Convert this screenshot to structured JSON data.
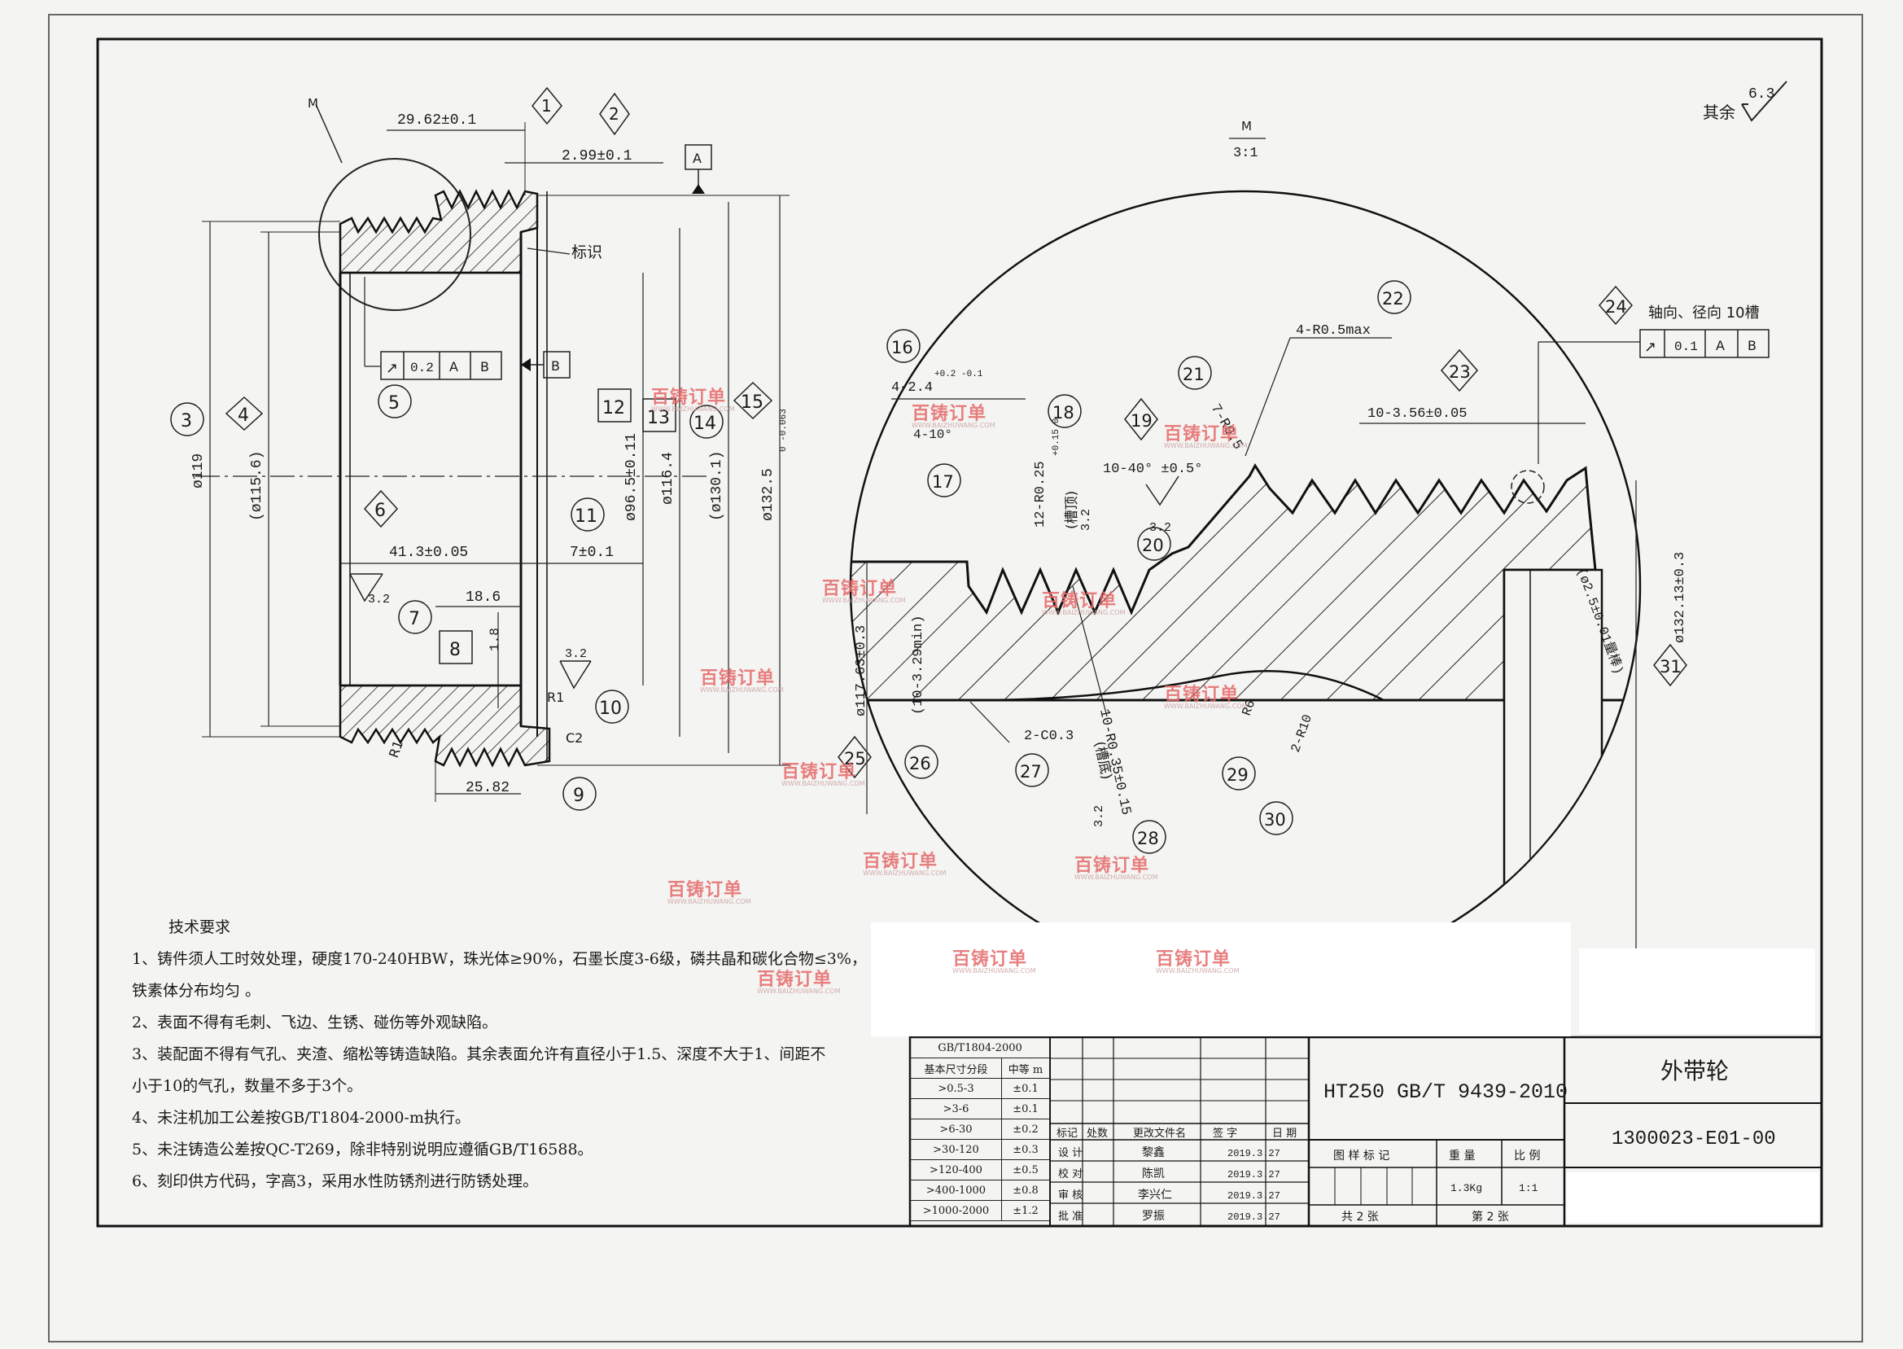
{
  "roughness": {
    "prefix": "其余",
    "value": "6.3"
  },
  "left_view": {
    "circle_label": "M",
    "dims": {
      "d29": "29.62±0.1",
      "d2_99": "2.99±0.1",
      "datum_a": "A",
      "datum_b": "B",
      "marking": "标识",
      "runout": {
        "value": "0.2",
        "a": "A",
        "b": "B"
      },
      "d119": "ø119",
      "d115": "(ø115.6)",
      "d96": "ø96.5±0.11",
      "d116": "ø116.4",
      "d130": "(ø130.1)",
      "d132": "ø132.5",
      "d132_tol": "0\n-0.063",
      "d41": "41.3±0.05",
      "d7": "7±0.1",
      "d18": "18.6",
      "d1_8": "1.8",
      "d25": "25.82",
      "r1a": "R1",
      "r1b": "R1",
      "c2": "C2",
      "rough_a": "3.2",
      "rough_b": "3.2"
    },
    "balloons": [
      "1",
      "2",
      "3",
      "4",
      "5",
      "6",
      "7",
      "8",
      "9",
      "10",
      "11",
      "12",
      "13",
      "14",
      "15"
    ]
  },
  "detail_view": {
    "scale_label": "M",
    "scale": "3:1",
    "dims": {
      "r05": "4-R0.5max",
      "groove_depth": "4-2.4",
      "groove_depth_tol": "+0.2\n-0.1",
      "angle_small": "4-10°",
      "r025": "12-R0.25",
      "r025_tol": "+0.15\n0",
      "r025_note": "(槽顶)",
      "angle": "10-40° ±0.5°",
      "rough_c": "3.2",
      "rough_d": "3.2",
      "rough_e": "3.2",
      "r7": "7-R0.5",
      "pitch": "10-3.56±0.05",
      "runout_note": "轴向、径向 10槽",
      "runout": {
        "value": "0.1",
        "a": "A",
        "b": "B"
      },
      "ball": "(ø2.5±0.01量棒)",
      "d132": "ø132.13±0.3",
      "d117": "ø117.63±0.3",
      "min_dim": "(10-3.29min)",
      "c03": "2-C0.3",
      "r035": "10-R0.35±0.15",
      "r035_note": "(槽底)",
      "r6": "R6",
      "r10": "2-R10"
    },
    "balloons": [
      "16",
      "17",
      "18",
      "19",
      "20",
      "21",
      "22",
      "23",
      "24",
      "25",
      "26",
      "27",
      "28",
      "29",
      "30",
      "31"
    ]
  },
  "tech_req": {
    "title": "技术要求",
    "items": [
      "1、铸件须人工时效处理，硬度170-240HBW，珠光体≥90%，石墨长度3-6级，磷共晶和碳化合物≤3%，",
      "铁素体分布均匀 。",
      "2、表面不得有毛刺、飞边、生锈、碰伤等外观缺陷。",
      "3、装配面不得有气孔、夹渣、缩松等铸造缺陷。其余表面允许有直径小于1.5、深度不大于1、间距不",
      "小于10的气孔，数量不多于3个。",
      "4、未注机加工公差按GB/T1804-2000-m执行。",
      "5、未注铸造公差按QC-T269，除非特别说明应遵循GB/T16588。",
      "6、刻印供方代码，字高3，采用水性防锈剂进行防锈处理。"
    ]
  },
  "tolerance_table": {
    "header": "GB/T1804-2000",
    "col1": "基本尺寸分段",
    "col2": "中等 m",
    "rows": [
      [
        ">0.5-3",
        "±0.1"
      ],
      [
        ">3-6",
        "±0.1"
      ],
      [
        ">6-30",
        "±0.2"
      ],
      [
        ">30-120",
        "±0.3"
      ],
      [
        ">120-400",
        "±0.5"
      ],
      [
        ">400-1000",
        "±0.8"
      ],
      [
        ">1000-2000",
        "±1.2"
      ]
    ]
  },
  "revision": {
    "headers": [
      "标记",
      "处数",
      "更改文件名",
      "签 字",
      "日 期"
    ],
    "rows": [
      {
        "role": "设 计",
        "name": "黎鑫",
        "date": "2019.3.27"
      },
      {
        "role": "校 对",
        "name": "陈凯",
        "date": "2019.3.27"
      },
      {
        "role": "审 核",
        "name": "李兴仁",
        "date": "2019.3.27"
      },
      {
        "role": "批 准",
        "name": "罗振",
        "date": "2019.3.27"
      }
    ]
  },
  "title_block": {
    "material": "HT250 GB/T 9439-2010",
    "part_name": "外带轮",
    "drawing_no": "1300023-E01-00",
    "pattern_mark": "图 样 标 记",
    "weight_label": "重 量",
    "scale_label": "比 例",
    "weight": "1.3Kg",
    "scale": "1:1",
    "total_sheets": "共 2 张",
    "sheet_no": "第 2 张"
  },
  "watermark": {
    "text": "百铸订单",
    "url": "WWW.BAIZHUWANG.COM",
    "color": "#e56a6a"
  }
}
